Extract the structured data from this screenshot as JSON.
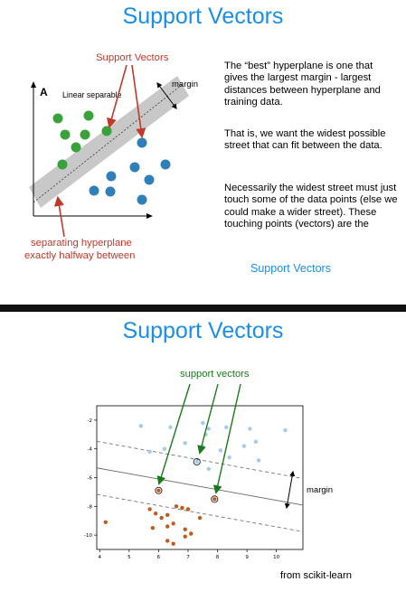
{
  "slide1": {
    "title": "Support Vectors",
    "panel_letter": "A",
    "panel_label": "Linear separable",
    "support_vectors_label": "Support Vectors",
    "margin_label": "margin",
    "hyperplane_label_line1": "separating hyperplane",
    "hyperplane_label_line2": "exactly halfway between",
    "paragraph1": "The “best” hyperplane is one that gives the largest margin - largest distances between hyperplane and training data.",
    "paragraph2": "That is, we want the widest possible street that can fit between the data.",
    "paragraph3": "Necessarily the widest street must just touch some of the data points (else we could make a wider street). These touching points (vectors) are the",
    "support_vectors_link": "Support Vectors",
    "colors": {
      "title": "#1b8ee8",
      "class_a": "#3aa23a",
      "class_b": "#2f7fb8",
      "band": "#c8c8c8",
      "annotation": "#c0392b"
    }
  },
  "slide2": {
    "title": "Support Vectors",
    "annotation": "support vectors",
    "margin_label": "margin",
    "credit": "from scikit-learn",
    "colors": {
      "annotation": "#1a7a1a",
      "class_top": "#a6cbe8",
      "class_bottom": "#c45a1a"
    }
  },
  "chart_data": {
    "type": "scatter",
    "x_ticks": [
      "4",
      "5",
      "6",
      "7",
      "8",
      "9",
      "10"
    ],
    "y_ticks": [
      "-2",
      "-4",
      "-6",
      "-8",
      "-10"
    ],
    "xlim": [
      3.9,
      10.9
    ],
    "ylim": [
      -11,
      -1
    ],
    "grid": false,
    "decision_boundary": {
      "slope": -0.37,
      "intercept": -3.88
    },
    "margin_offset": 1.85,
    "series": [
      {
        "points": [
          [
            5.4,
            -2.4
          ],
          [
            6.4,
            -2.5
          ],
          [
            7.5,
            -2.2
          ],
          [
            7.7,
            -2.6
          ],
          [
            8.3,
            -2.5
          ],
          [
            9.1,
            -2.6
          ],
          [
            10.3,
            -2.7
          ],
          [
            7.6,
            -3.0
          ],
          [
            6.9,
            -3.6
          ],
          [
            7.5,
            -3.8
          ],
          [
            8.9,
            -3.8
          ],
          [
            9.3,
            -3.5
          ],
          [
            6.2,
            -4.0
          ],
          [
            5.7,
            -4.2
          ],
          [
            8.1,
            -4.1
          ],
          [
            8.4,
            -4.6
          ],
          [
            9.4,
            -4.8
          ],
          [
            7.7,
            -5.4
          ],
          [
            7.3,
            -4.9
          ]
        ]
      },
      {
        "points": [
          [
            6.0,
            -6.9
          ],
          [
            7.9,
            -7.5
          ],
          [
            4.2,
            -9.1
          ],
          [
            5.7,
            -8.2
          ],
          [
            5.9,
            -8.5
          ],
          [
            6.1,
            -8.8
          ],
          [
            6.3,
            -8.6
          ],
          [
            6.6,
            -8.0
          ],
          [
            6.8,
            -8.1
          ],
          [
            7.0,
            -8.2
          ],
          [
            6.5,
            -9.2
          ],
          [
            6.9,
            -9.6
          ],
          [
            7.4,
            -8.8
          ],
          [
            7.1,
            -9.9
          ],
          [
            6.9,
            -10.1
          ],
          [
            6.3,
            -10.4
          ],
          [
            6.5,
            -10.6
          ],
          [
            5.8,
            -9.5
          ],
          [
            6.3,
            -9.4
          ]
        ]
      }
    ],
    "support_vectors": [
      [
        7.3,
        -4.9
      ],
      [
        6.0,
        -6.9
      ],
      [
        7.9,
        -7.5
      ]
    ]
  }
}
